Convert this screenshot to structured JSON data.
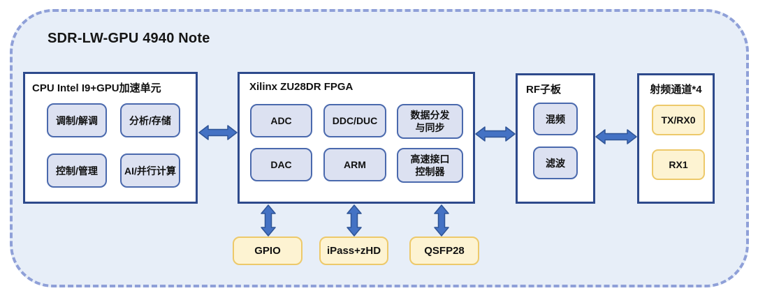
{
  "diagram": {
    "title": "SDR-LW-GPU 4940 Note",
    "cpu_block": {
      "title": "CPU Intel I9+GPU加速单元",
      "modules": [
        "调制/解调",
        "分析/存储",
        "控制/管理",
        "AI/并行计算"
      ]
    },
    "fpga_block": {
      "title": "Xilinx ZU28DR FPGA",
      "modules": [
        [
          "ADC"
        ],
        [
          "DDC/DUC"
        ],
        [
          "数据分发",
          "与同步"
        ],
        [
          "DAC"
        ],
        [
          "ARM"
        ],
        [
          "高速接口",
          "控制器"
        ]
      ]
    },
    "rf_block": {
      "title": "RF子板",
      "modules": [
        "混频",
        "滤波"
      ]
    },
    "rf_channel_block": {
      "title": "射频通道*4",
      "modules": [
        "TX/RX0",
        "RX1"
      ]
    },
    "io_connectors": [
      "GPIO",
      "iPass+zHD",
      "QSFP28"
    ]
  },
  "colors": {
    "boundary_fill": "#E7EEF8",
    "boundary_dash": "#8FA0D8",
    "block_border": "#2E4A8C",
    "module_fill": "#DCE1F1",
    "module_border": "#4A69AD",
    "io_fill": "#FDF3D2",
    "io_border": "#EDC96A",
    "arrow_fill": "#4472C4",
    "arrow_stroke": "#2F5496"
  }
}
